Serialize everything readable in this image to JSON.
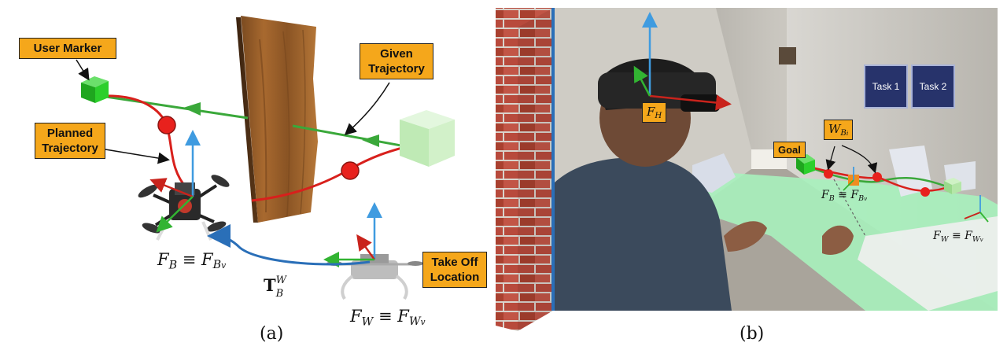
{
  "panel_a": {
    "labels": {
      "user_marker": "User Marker",
      "given_trajectory": "Given Trajectory",
      "planned_trajectory": "Planned Trajectory",
      "take_off_location": "Take Off Location"
    },
    "math": {
      "fb_main": "F",
      "fb_sub": "B",
      "equiv": "≡",
      "fbv_main": "F",
      "fbv_sub": "B",
      "fbv_subsub": "v",
      "transform": "T",
      "transform_sup": "W",
      "transform_sub": "B",
      "fw_main": "F",
      "fw_sub": "W",
      "fwv_main": "F",
      "fwv_sub": "W",
      "fwv_subsub": "v"
    },
    "caption": "(a)"
  },
  "panel_b": {
    "buttons": {
      "task1": "Task 1",
      "task2": "Task 2"
    },
    "tags": {
      "goal": "Goal",
      "fh_main": "F",
      "fh_sub": "H",
      "wb_main": "W",
      "wb_sub": "B",
      "wb_subsub": "i"
    },
    "math": {
      "fb_main": "F",
      "fb_sub": "B",
      "equiv": "≡",
      "fbv_main": "F",
      "fbv_sub": "B",
      "fbv_subsub": "v",
      "fw_main": "F",
      "fw_sub": "W",
      "fwv_main": "F",
      "fwv_sub": "W",
      "fwv_subsub": "v"
    },
    "caption": "(b)"
  },
  "colors": {
    "label_fill": "#f5a71b",
    "planned_path": "#d8201c",
    "given_path": "#3aa83a",
    "transform_arrow": "#2a6fb8",
    "axis_up": "#3f9be0",
    "axis_forward": "#c9231c",
    "axis_side": "#32b432",
    "waypoint": "#e8211d",
    "task_button": "#27336b",
    "divider": "#2a6fb8"
  }
}
